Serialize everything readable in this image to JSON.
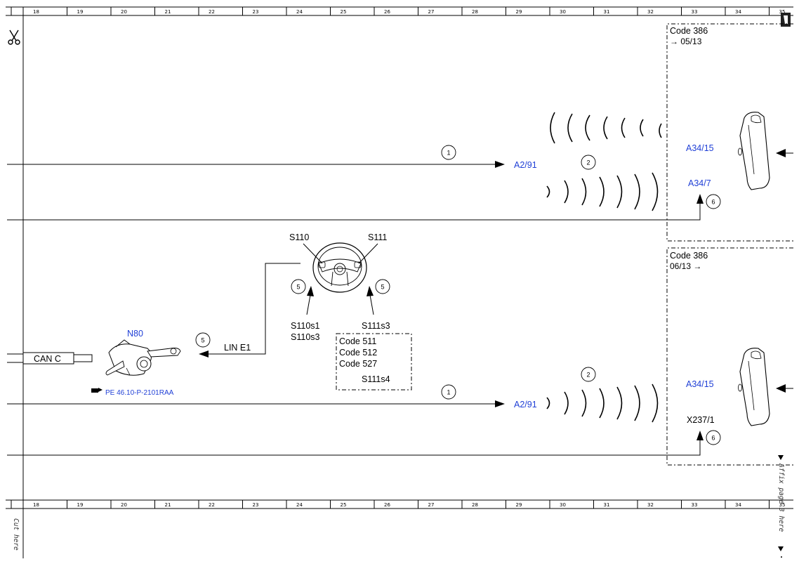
{
  "ruler": {
    "numbers": [
      "18",
      "19",
      "20",
      "21",
      "22",
      "23",
      "24",
      "25",
      "26",
      "27",
      "28",
      "29",
      "30",
      "31",
      "32",
      "33",
      "34",
      "35"
    ]
  },
  "codes": {
    "top": {
      "title": "Code 386",
      "sub": "→ 05/13"
    },
    "bottom": {
      "title": "Code 386",
      "sub": "06/13 →"
    }
  },
  "components": {
    "a2_91_top": "A2/91",
    "a2_91_bottom": "A2/91",
    "a34_15_top": "A34/15",
    "a34_7": "A34/7",
    "a34_15_bottom": "A34/15",
    "x237_1": "X237/1",
    "n80": "N80",
    "can_c": "CAN C",
    "lin_e1": "LIN E1",
    "s110": "S110",
    "s111": "S111",
    "s110s1": "S110s1",
    "s110s3": "S110s3",
    "s111s3": "S111s3",
    "ref_pe": "PE 46.10-P-2101RAA"
  },
  "code_box": {
    "lines": [
      "Code 511",
      "Code 512",
      "Code 527"
    ],
    "s111s4": "S111s4"
  },
  "callouts": {
    "c1": "1",
    "c2": "2",
    "c5": "5",
    "c6": "6"
  },
  "margin": {
    "cut_here": "Cut here",
    "affix": "Affix page 3 here"
  },
  "colors": {
    "blue": "#1f3fd6",
    "black": "#000000"
  },
  "icons": [
    "scissors-icon",
    "pointing-hand-icon",
    "steering-wheel-icon",
    "combination-switch-icon",
    "phone-cradle-icon"
  ]
}
